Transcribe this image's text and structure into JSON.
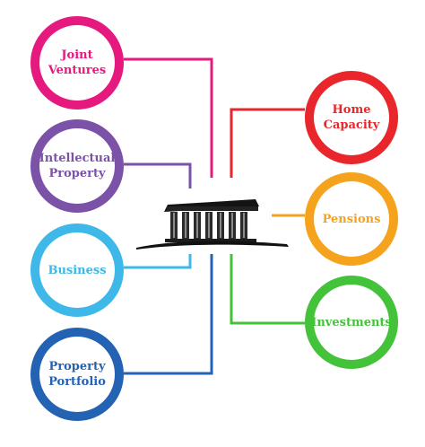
{
  "diagram": {
    "center_icon": "bank-building-icon",
    "nodes": [
      {
        "id": "joint-ventures",
        "label": "Joint\nVentures",
        "color": "#e6197f"
      },
      {
        "id": "intellectual",
        "label": "Intellectual\nProperty",
        "color": "#7b52a8"
      },
      {
        "id": "business",
        "label": "Business",
        "color": "#3db8e8"
      },
      {
        "id": "property",
        "label": "Property\nPortfolio",
        "color": "#2462b3"
      },
      {
        "id": "home-capacity",
        "label": "Home\nCapacity",
        "color": "#e8262b"
      },
      {
        "id": "pensions",
        "label": "Pensions",
        "color": "#f5a21c"
      },
      {
        "id": "investments",
        "label": "Investments",
        "color": "#44c23a"
      }
    ]
  }
}
